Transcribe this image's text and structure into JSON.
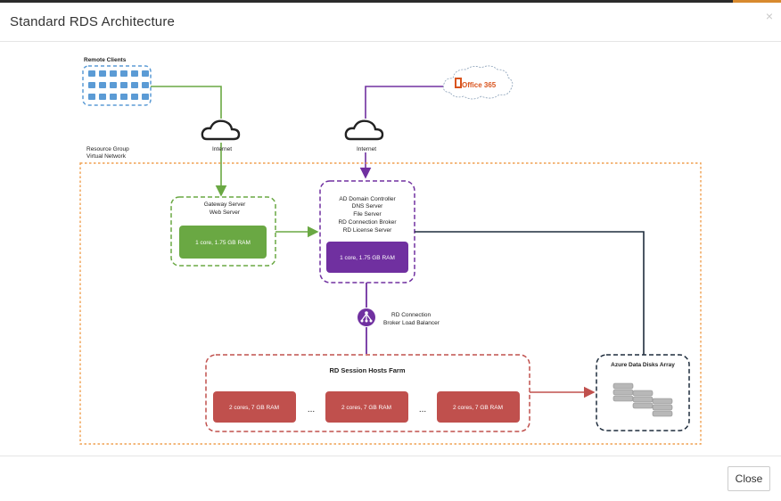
{
  "dialog": {
    "title": "Standard RDS Architecture",
    "close_x": "×",
    "close_button": "Close"
  },
  "diagram": {
    "remote_clients": "Remote Clients",
    "internet_left": "Internet",
    "internet_right": "Internet",
    "office365_logo": "Office 365",
    "resource_group": "Resource Group",
    "virtual_network": "Virtual Network",
    "gateway": {
      "line1": "Gateway Server",
      "line2": "Web Server",
      "spec": "1 core, 1.75 GB RAM"
    },
    "domain": {
      "line1": "AD Domain Controller",
      "line2": "DNS Server",
      "line3": "File Server",
      "line4": "RD Connection Broker",
      "line5": "RD License Server",
      "spec": "1 core, 1.75 GB RAM"
    },
    "broker_lb": {
      "line1": "RD Connection",
      "line2": "Broker Load Balancer"
    },
    "session_farm": {
      "title": "RD Session Hosts Farm",
      "hosts": [
        "2 cores, 7 GB RAM",
        "2 cores, 7 GB RAM",
        "2 cores, 7 GB RAM"
      ],
      "ellipsis": "..."
    },
    "azure_disks": "Azure Data Disks Array",
    "colors": {
      "green": "#6aa843",
      "purple": "#7030a0",
      "red": "#c0504d",
      "orange": "#f0a050",
      "navy": "#1f2d3d",
      "client_blue": "#5b9bd5"
    }
  }
}
